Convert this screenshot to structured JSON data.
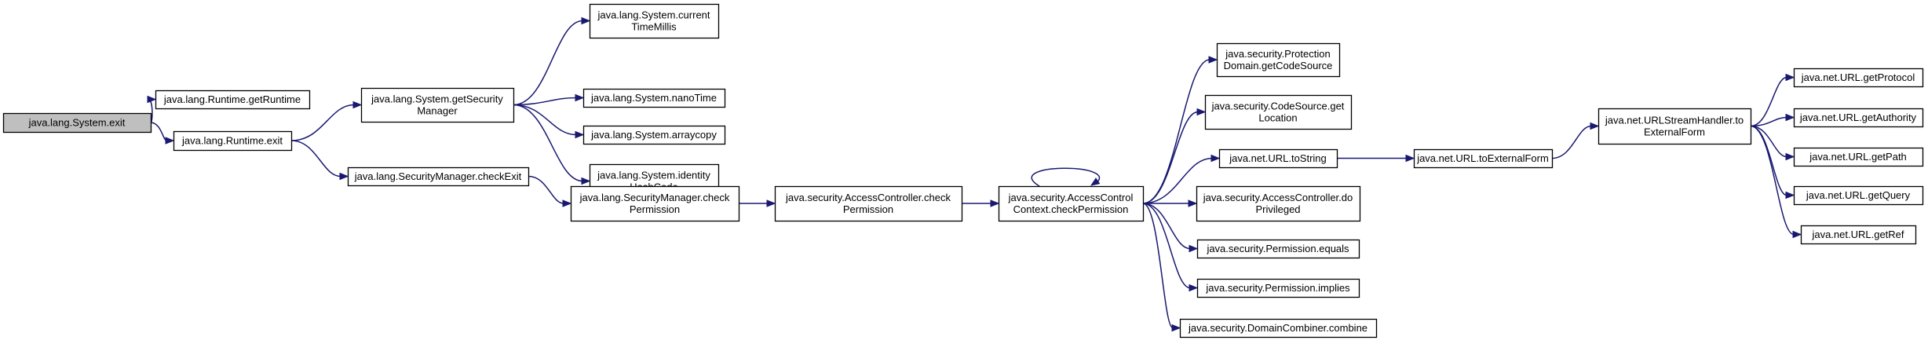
{
  "diagram": {
    "type": "call-graph",
    "colors": {
      "node_fill": "#ffffff",
      "root_fill": "#bfbfbf",
      "node_border": "#000000",
      "edge": "#191970",
      "text": "#000000"
    },
    "nodes": [
      {
        "id": "n0",
        "lines": [
          "java.lang.System.exit"
        ],
        "root": true
      },
      {
        "id": "n1",
        "lines": [
          "java.lang.Runtime.getRuntime"
        ]
      },
      {
        "id": "n2",
        "lines": [
          "java.lang.Runtime.exit"
        ]
      },
      {
        "id": "n3",
        "lines": [
          "java.lang.System.getSecurity",
          "Manager"
        ]
      },
      {
        "id": "n4",
        "lines": [
          "java.lang.SecurityManager.checkExit"
        ]
      },
      {
        "id": "n5",
        "lines": [
          "java.lang.System.current",
          "TimeMillis"
        ]
      },
      {
        "id": "n6",
        "lines": [
          "java.lang.System.nanoTime"
        ]
      },
      {
        "id": "n7",
        "lines": [
          "java.lang.System.arraycopy"
        ]
      },
      {
        "id": "n8",
        "lines": [
          "java.lang.System.identity",
          "HashCode"
        ]
      },
      {
        "id": "n9",
        "lines": [
          "java.lang.SecurityManager.check",
          "Permission"
        ]
      },
      {
        "id": "n10",
        "lines": [
          "java.security.AccessController.check",
          "Permission"
        ]
      },
      {
        "id": "n11",
        "lines": [
          "java.security.AccessControl",
          "Context.checkPermission"
        ]
      },
      {
        "id": "n12",
        "lines": [
          "java.security.Protection",
          "Domain.getCodeSource"
        ]
      },
      {
        "id": "n13",
        "lines": [
          "java.security.CodeSource.get",
          "Location"
        ]
      },
      {
        "id": "n14",
        "lines": [
          "java.net.URL.toString"
        ]
      },
      {
        "id": "n15",
        "lines": [
          "java.security.AccessController.do",
          "Privileged"
        ]
      },
      {
        "id": "n16",
        "lines": [
          "java.security.Permission.equals"
        ]
      },
      {
        "id": "n17",
        "lines": [
          "java.security.Permission.implies"
        ]
      },
      {
        "id": "n18",
        "lines": [
          "java.security.DomainCombiner.combine"
        ]
      },
      {
        "id": "n19",
        "lines": [
          "java.net.URL.toExternalForm"
        ]
      },
      {
        "id": "n20",
        "lines": [
          "java.net.URLStreamHandler.to",
          "ExternalForm"
        ]
      },
      {
        "id": "n21",
        "lines": [
          "java.net.URL.getProtocol"
        ]
      },
      {
        "id": "n22",
        "lines": [
          "java.net.URL.getAuthority"
        ]
      },
      {
        "id": "n23",
        "lines": [
          "java.net.URL.getPath"
        ]
      },
      {
        "id": "n24",
        "lines": [
          "java.net.URL.getQuery"
        ]
      },
      {
        "id": "n25",
        "lines": [
          "java.net.URL.getRef"
        ]
      }
    ],
    "edges": [
      [
        "n0",
        "n1"
      ],
      [
        "n0",
        "n2"
      ],
      [
        "n2",
        "n3"
      ],
      [
        "n2",
        "n4"
      ],
      [
        "n3",
        "n5"
      ],
      [
        "n3",
        "n6"
      ],
      [
        "n3",
        "n7"
      ],
      [
        "n3",
        "n8"
      ],
      [
        "n4",
        "n9"
      ],
      [
        "n9",
        "n10"
      ],
      [
        "n10",
        "n11"
      ],
      [
        "n11",
        "n11"
      ],
      [
        "n11",
        "n12"
      ],
      [
        "n11",
        "n13"
      ],
      [
        "n11",
        "n14"
      ],
      [
        "n11",
        "n15"
      ],
      [
        "n11",
        "n16"
      ],
      [
        "n11",
        "n17"
      ],
      [
        "n11",
        "n18"
      ],
      [
        "n14",
        "n19"
      ],
      [
        "n19",
        "n20"
      ],
      [
        "n20",
        "n21"
      ],
      [
        "n20",
        "n22"
      ],
      [
        "n20",
        "n23"
      ],
      [
        "n20",
        "n24"
      ],
      [
        "n20",
        "n25"
      ]
    ]
  }
}
